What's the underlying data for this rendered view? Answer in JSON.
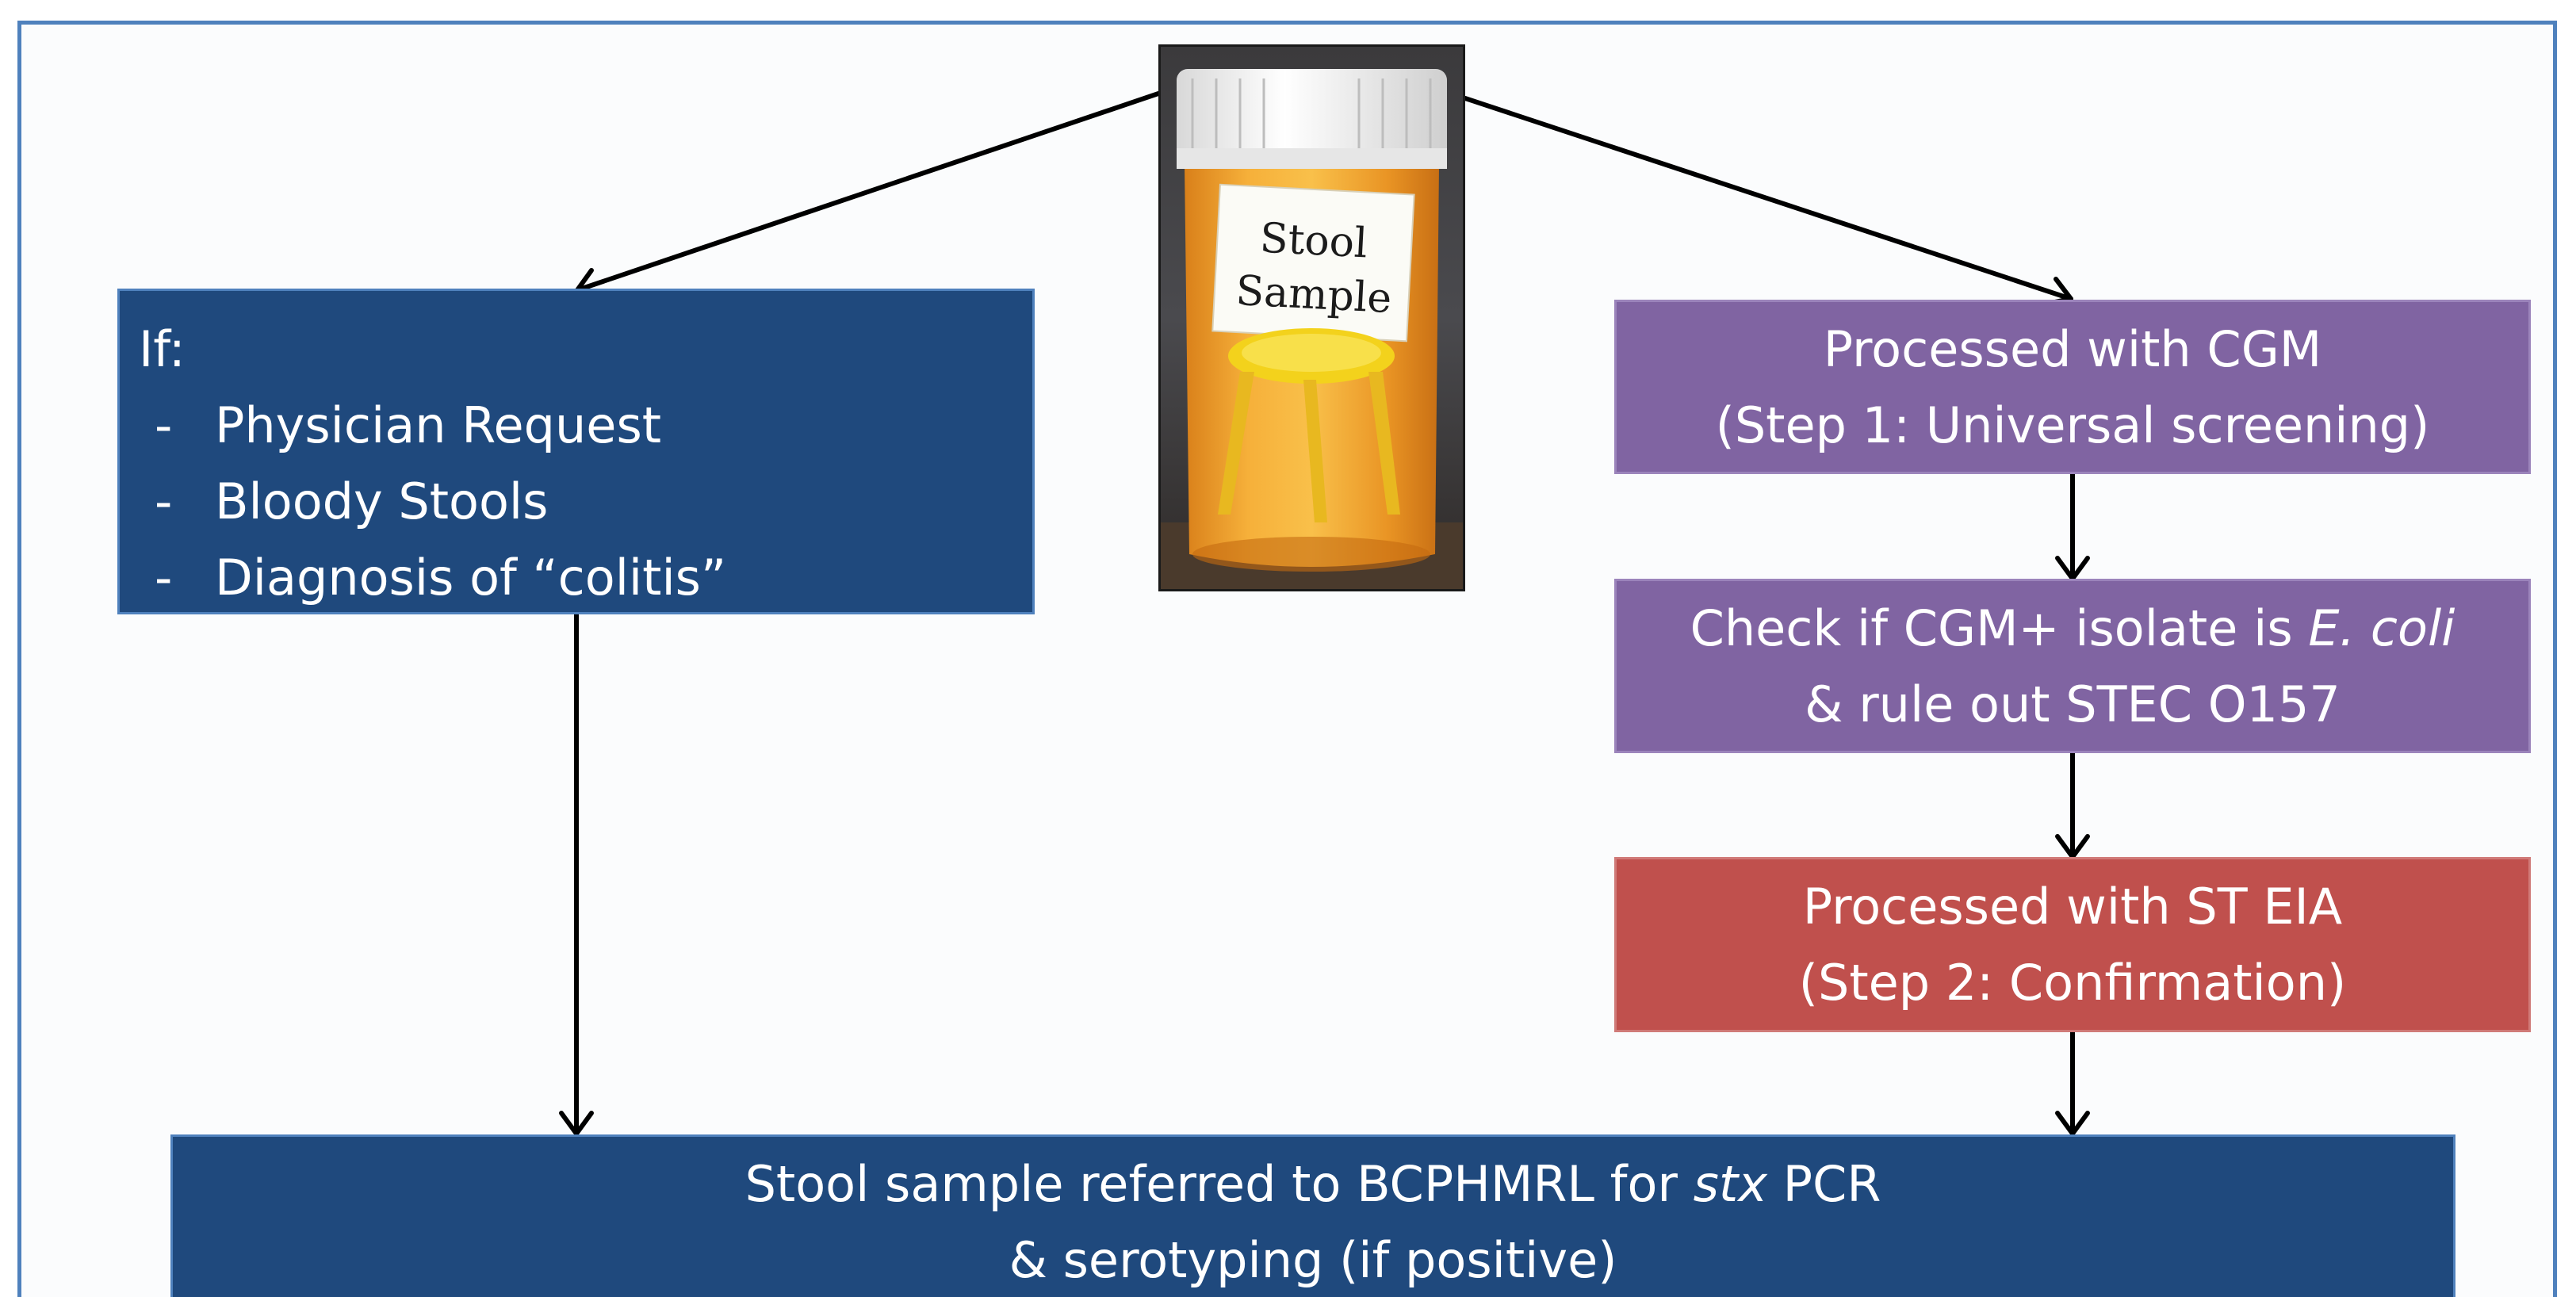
{
  "photo": {
    "label_lines": [
      "Stool",
      "Sample"
    ]
  },
  "criteria_box": {
    "heading": "If:",
    "items": [
      "Physician Request",
      "Bloody Stools",
      "Diagnosis of “colitis”"
    ],
    "bullet": "-"
  },
  "step_cgm": {
    "line1": "Processed with CGM",
    "line2": "(Step 1: Universal screening)"
  },
  "step_check": {
    "line1_prefix": "Check if CGM+ isolate is ",
    "line1_italic": "E. coli",
    "line2": "& rule out STEC O157"
  },
  "step_eia": {
    "line1": "Processed with ST EIA",
    "line2": "(Step 2: Confirmation)"
  },
  "referral": {
    "line1_prefix": "Stool sample referred to BCPHMRL for ",
    "line1_italic": "stx",
    "line1_suffix": " PCR",
    "line2": "& serotyping (if positive)"
  },
  "colors": {
    "frame_border": "#4f81bd",
    "navy_box": "#1f497d",
    "purple_box": "#8064a2",
    "red_box": "#c0504d",
    "arrow": "#000000",
    "jar_orange": "#f0a020",
    "jar_cap": "#f4f4f4",
    "insert_yellow": "#f3d21c"
  }
}
